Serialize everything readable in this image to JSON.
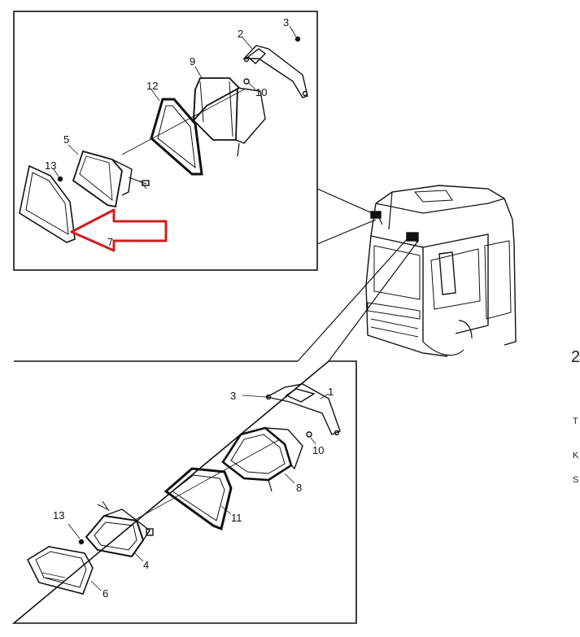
{
  "callouts_top": {
    "c2": "2",
    "c3": "3",
    "c9": "9",
    "c10": "10",
    "c12": "12",
    "c5": "5",
    "c13": "13",
    "c7": "7"
  },
  "callouts_bottom": {
    "c1": "1",
    "c3": "3",
    "c10": "10",
    "c8": "8",
    "c11": "11",
    "c13": "13",
    "c4": "4",
    "c6": "6"
  },
  "edge_text": {
    "heading_fragment": "2",
    "line1": "T",
    "line2": "K",
    "line3": "S"
  },
  "colors": {
    "arrow": "#cc1f1f",
    "line": "#111111"
  }
}
